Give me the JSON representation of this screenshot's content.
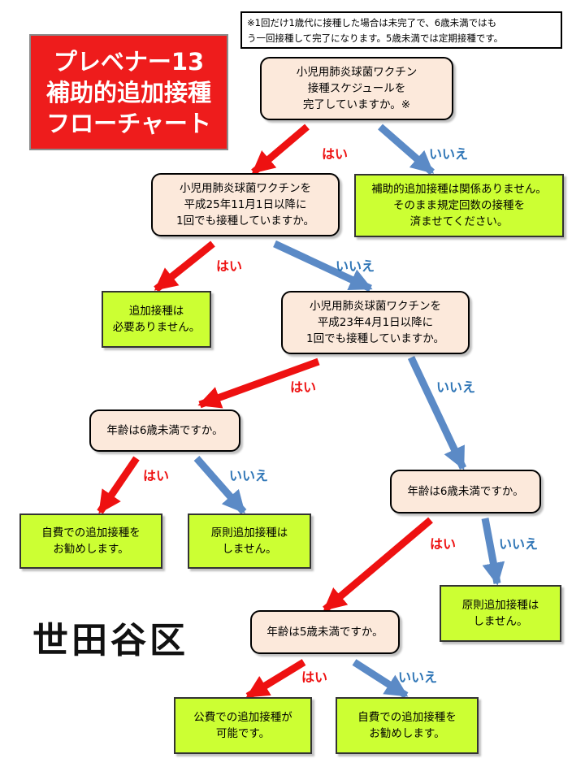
{
  "title": {
    "lines": [
      "プレベナー13",
      "補助的追加接種",
      "フローチャート"
    ]
  },
  "note": {
    "lines": [
      "※1回だけ1歳代に接種した場合は未完了で、6歳未満ではも",
      "う一回接種して完了になります。5歳未満では定期接種です。"
    ]
  },
  "ward_name": "世田谷区",
  "labels": {
    "yes": "はい",
    "no": "いいえ"
  },
  "colors": {
    "yes_arrow": "#ee1111",
    "no_arrow": "#5b8ac6",
    "question_fill": "#fce9db",
    "answer_fill": "#ccff33",
    "title_fill": "#ee1c1c"
  },
  "nodes": {
    "q1": [
      "小児用肺炎球菌ワクチン",
      "接種スケジュールを",
      "完了していますか。※"
    ],
    "q2": [
      "小児用肺炎球菌ワクチンを",
      "平成25年11月1日以降に",
      "1回でも接種していますか。"
    ],
    "a_no_relation": [
      "補助的追加接種は関係ありません。",
      "そのまま規定回数の接種を",
      "済ませてください。"
    ],
    "a_not_needed": [
      "追加接種は",
      "必要ありません。"
    ],
    "q3": [
      "小児用肺炎球菌ワクチンを",
      "平成23年4月1日以降に",
      "1回でも接種していますか。"
    ],
    "q4": [
      "年齢は6歳未満ですか。"
    ],
    "a_self_pay_1": [
      "自費での追加接種を",
      "お勧めします。"
    ],
    "a_no_1": [
      "原則追加接種は",
      "しません。"
    ],
    "q5": [
      "年齢は6歳未満ですか。"
    ],
    "a_no_2": [
      "原則追加接種は",
      "しません。"
    ],
    "q6": [
      "年齢は5歳未満ですか。"
    ],
    "a_public": [
      "公費での追加接種が",
      "可能です。"
    ],
    "a_self_pay_2": [
      "自費での追加接種を",
      "お勧めします。"
    ]
  }
}
